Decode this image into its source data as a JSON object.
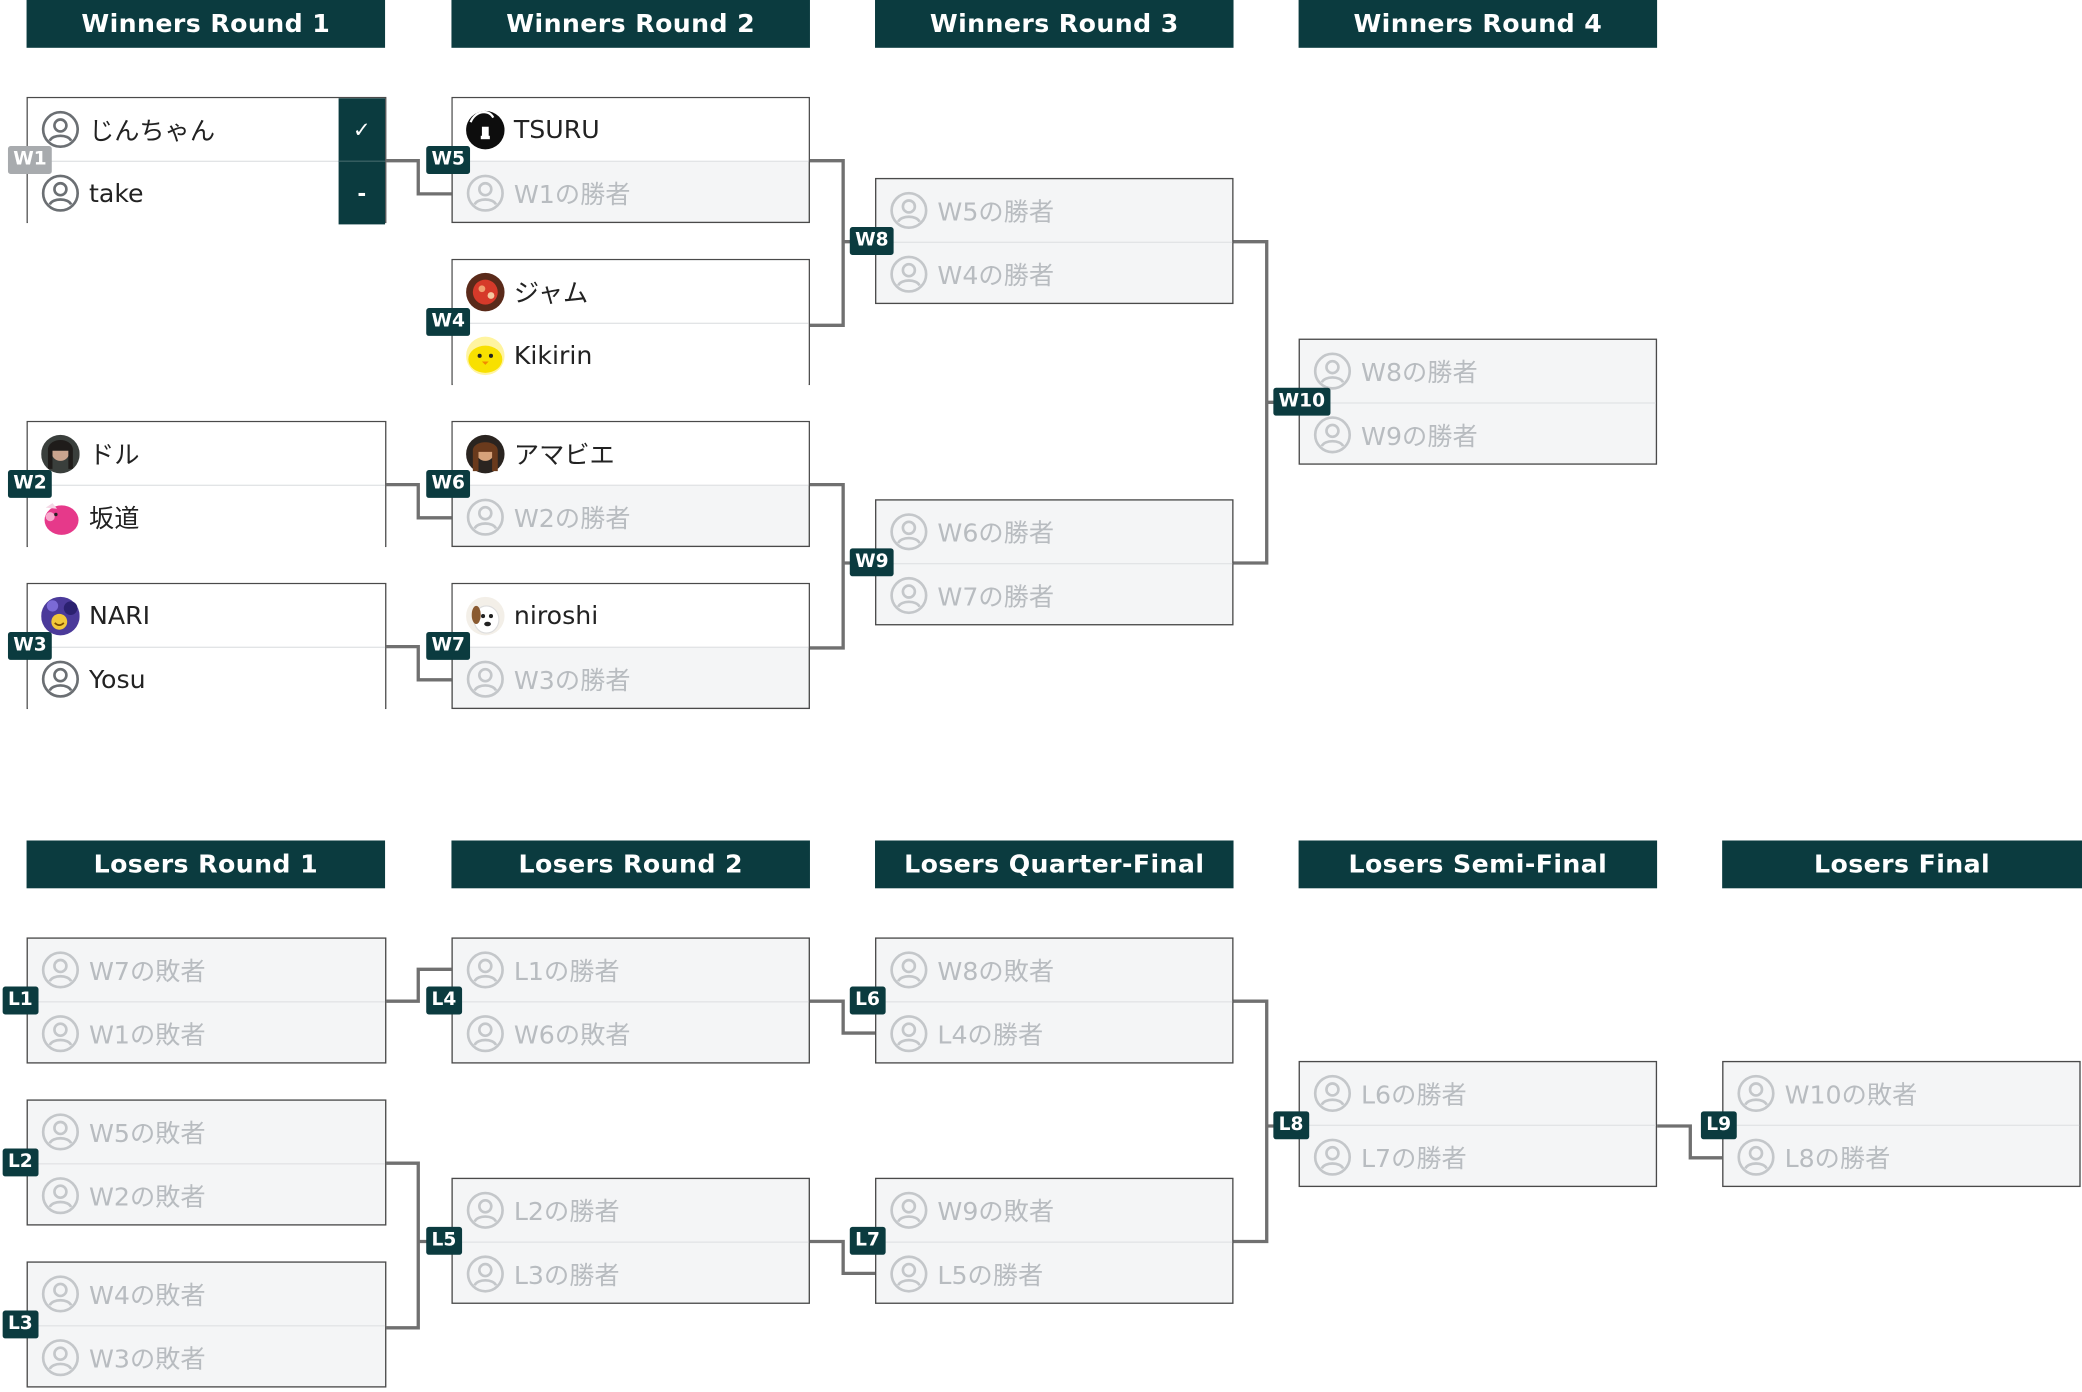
{
  "winners_headers": [
    "Winners Round 1",
    "Winners Round 2",
    "Winners Round 3",
    "Winners Round 4"
  ],
  "losers_headers": [
    "Losers Round 1",
    "Losers Round 2",
    "Losers Quarter-Final",
    "Losers Semi-Final",
    "Losers Final"
  ],
  "winners_matches": {
    "W1": {
      "label": "W1",
      "p1": "じんちゃん",
      "p2": "take",
      "score1": "✓",
      "score2": "-"
    },
    "W2": {
      "label": "W2",
      "p1": "ドル",
      "p2": "坂道"
    },
    "W3": {
      "label": "W3",
      "p1": "NARI",
      "p2": "Yosu"
    },
    "W4": {
      "label": "W4",
      "p1": "ジャム",
      "p2": "Kikirin"
    },
    "W5": {
      "label": "W5",
      "p1": "TSURU",
      "p2": "W1の勝者"
    },
    "W6": {
      "label": "W6",
      "p1": "アマビエ",
      "p2": "W2の勝者"
    },
    "W7": {
      "label": "W7",
      "p1": "niroshi",
      "p2": "W3の勝者"
    },
    "W8": {
      "label": "W8",
      "p1": "W5の勝者",
      "p2": "W4の勝者"
    },
    "W9": {
      "label": "W9",
      "p1": "W6の勝者",
      "p2": "W7の勝者"
    },
    "W10": {
      "label": "W10",
      "p1": "W8の勝者",
      "p2": "W9の勝者"
    }
  },
  "losers_matches": {
    "L1": {
      "label": "L1",
      "p1": "W7の敗者",
      "p2": "W1の敗者"
    },
    "L2": {
      "label": "L2",
      "p1": "W5の敗者",
      "p2": "W2の敗者"
    },
    "L3": {
      "label": "L3",
      "p1": "W4の敗者",
      "p2": "W3の敗者"
    },
    "L4": {
      "label": "L4",
      "p1": "L1の勝者",
      "p2": "W6の敗者"
    },
    "L5": {
      "label": "L5",
      "p1": "L2の勝者",
      "p2": "L3の勝者"
    },
    "L6": {
      "label": "L6",
      "p1": "W8の敗者",
      "p2": "L4の勝者"
    },
    "L7": {
      "label": "L7",
      "p1": "W9の敗者",
      "p2": "L5の勝者"
    },
    "L8": {
      "label": "L8",
      "p1": "L6の勝者",
      "p2": "L7の勝者"
    },
    "L9": {
      "label": "L9",
      "p1": "W10の敗者",
      "p2": "L8の勝者"
    }
  },
  "colors": {
    "header_bg": "#0b3b3f",
    "placeholder_text": "#b8bcc0"
  },
  "icons": {
    "default_avatar": "user-circle-icon",
    "check": "check-icon"
  }
}
